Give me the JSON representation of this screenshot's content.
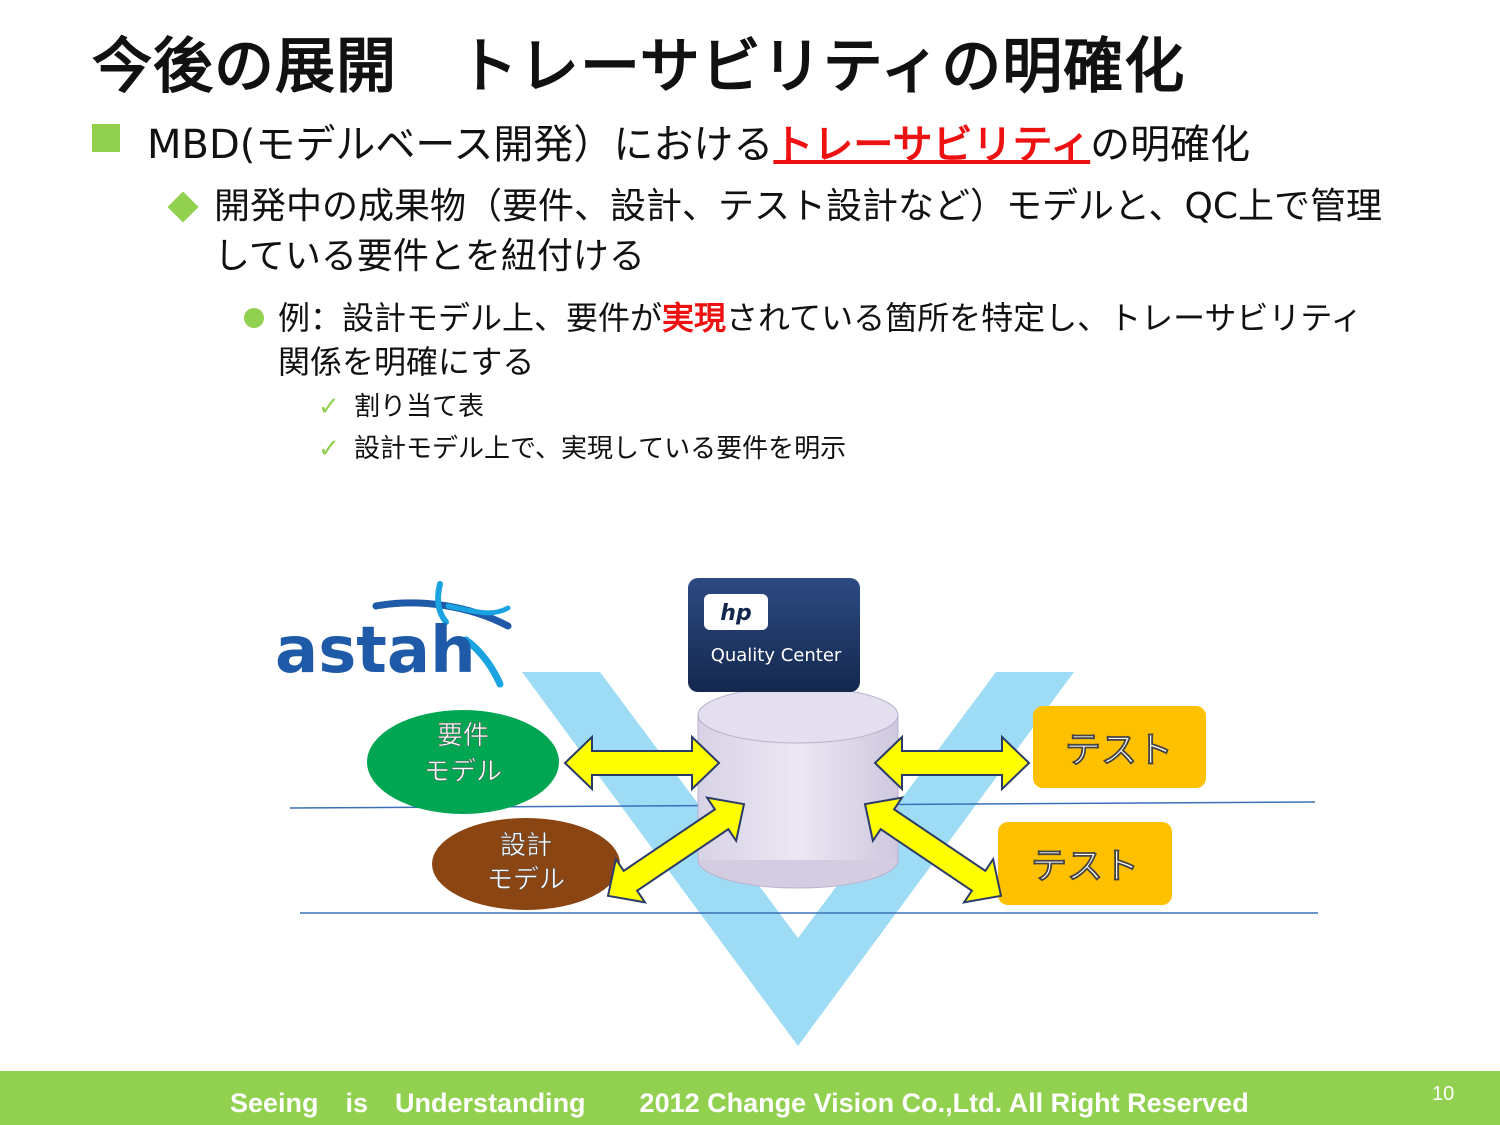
{
  "title": "今後の展開　トレーサビリティの明確化",
  "bullet1": {
    "prefix": "MBD(モデルベース開発）における",
    "highlight": "トレーサビリティ",
    "suffix": "の明確化"
  },
  "bullet2": "開発中の成果物（要件、設計、テスト設計など）モデルと、QC上で管理している要件とを紐付ける",
  "bullet3": {
    "prefix": "例：設計モデル上、要件が",
    "highlight": "実現",
    "suffix": "されている箇所を特定し、トレーサビリティ関係を明確にする"
  },
  "checks": [
    "割り当て表",
    "設計モデル上で、実現している要件を明示"
  ],
  "diagram": {
    "astah_logo": "astah",
    "hp_logo": "hp",
    "qc_label": "Quality Center",
    "req_model": [
      "要件",
      "モデル"
    ],
    "design_model": [
      "設計",
      "モデル"
    ],
    "test_top": "テスト",
    "test_bottom": "テスト"
  },
  "colors": {
    "accent_green": "#92d050",
    "highlight_red": "#e11111",
    "v_shape": "#9edcf5",
    "req_ellipse": "#00a651",
    "design_ellipse": "#8b4513",
    "test_box": "#ffc000",
    "arrow_fill": "#ffff00",
    "qc_box": "#1f3a68"
  },
  "footer": {
    "text": "Seeing　is　Understanding　　2012 Change Vision Co.,Ltd. All Right Reserved",
    "page": "10"
  }
}
